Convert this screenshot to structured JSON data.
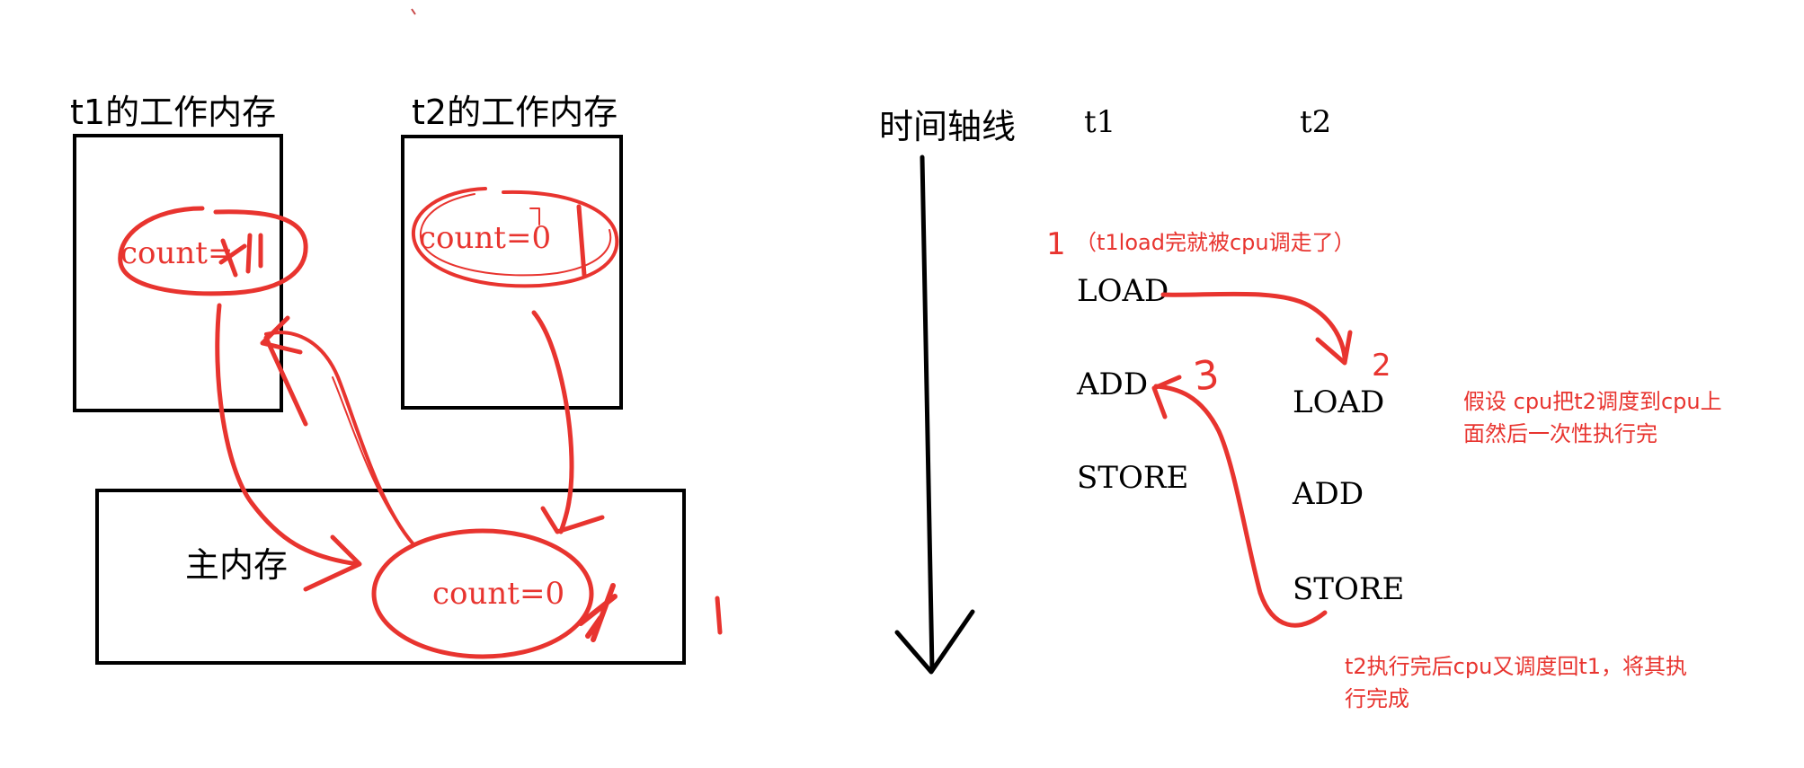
{
  "memory": {
    "t1_label": "t1的工作内存",
    "t2_label": "t2的工作内存",
    "main_label": "主内存",
    "t1_count": "count=",
    "t2_count": "count=0",
    "main_count": "count=0"
  },
  "timeline": {
    "axis_label": "时间轴线",
    "t1_header": "t1",
    "t2_header": "t2",
    "t1_ops": [
      "LOAD",
      "ADD",
      "STORE"
    ],
    "t2_ops": [
      "LOAD",
      "ADD",
      "STORE"
    ]
  },
  "annotations": {
    "step1_num": "1",
    "step1_note": "（t1load完就被cpu调走了）",
    "step2_num": "2",
    "step3_num": "3",
    "note_t2": "假设 cpu把t2调度到cpu上面然后一次性执行完",
    "note_back": "t2执行完后cpu又调度回t1，将其执行完成"
  },
  "colors": {
    "ink": "#e8342f",
    "line": "#000000"
  }
}
